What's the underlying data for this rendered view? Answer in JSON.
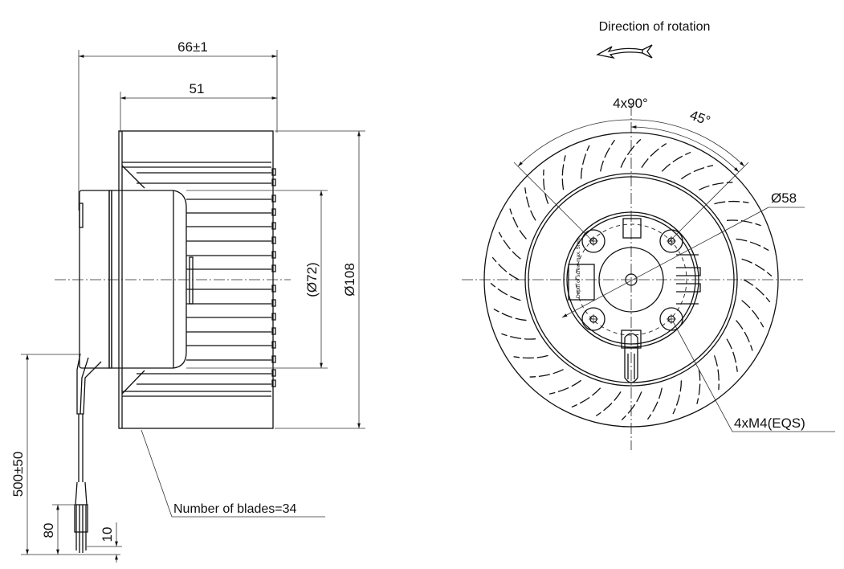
{
  "side_view": {
    "dim_overall_length": "66±1",
    "dim_impeller_width": "51",
    "dim_motor_diameter": "(Ø72)",
    "dim_impeller_diameter": "Ø108",
    "dim_cable_length": "500±50",
    "dim_strip_length": "80",
    "dim_wire_strip": "10",
    "blades_note": "Number of blades=34"
  },
  "front_view": {
    "rotation_label": "Direction of rotation",
    "angle_pattern": "4x90°",
    "angle_offset": "45°",
    "bolt_circle": "Ø58",
    "thread_spec": "4xM4(EQS)",
    "screw_note": "Depth of screw max. 5mm",
    "blade_count": 34
  }
}
